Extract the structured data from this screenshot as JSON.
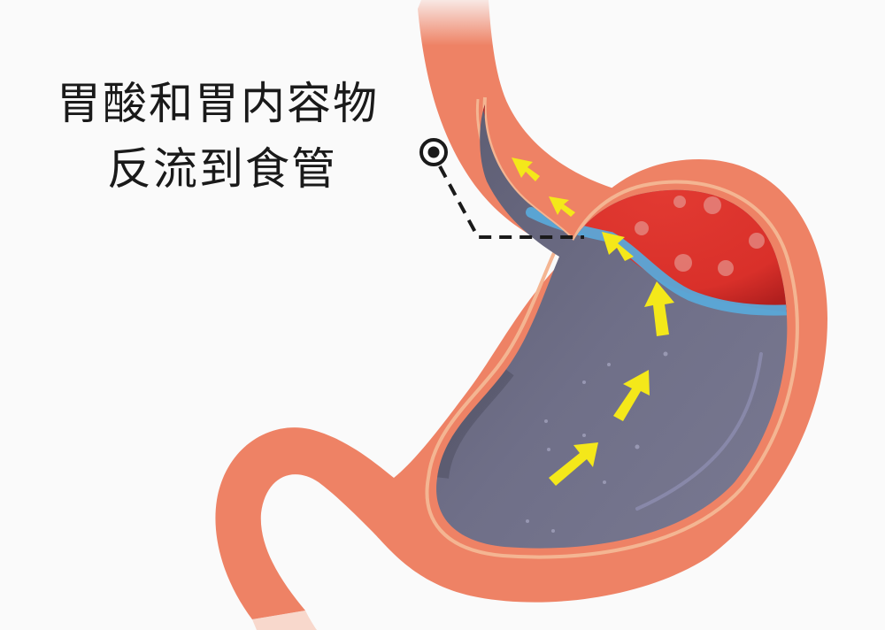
{
  "diagram": {
    "title_line1": "胃酸和胃内容物",
    "title_line2": "反流到食管",
    "subject": "stomach-cross-section-acid-reflux",
    "parts": [
      "esophagus",
      "lower-esophageal-sphincter",
      "stomach-fundus",
      "stomach-body",
      "duodenum"
    ],
    "arrows": {
      "count": 6,
      "direction": "upward-toward-esophagus",
      "color": "#f4e81a"
    },
    "pointer": {
      "style": "ring-dot-with-dashed-leader",
      "target": "gastroesophageal-junction"
    },
    "colors": {
      "background": "#fafafa",
      "stomach_wall": "#ee8265",
      "wall_inner_line": "#f4b592",
      "gastric_acid_red": "#d9302a",
      "acid_dark_red": "#b8201f",
      "contents_gray": "#6f6f86",
      "fluid_surface_blue": "#5aa8d8",
      "arrow_yellow": "#f4e81a",
      "text": "#1a1a1a"
    }
  }
}
